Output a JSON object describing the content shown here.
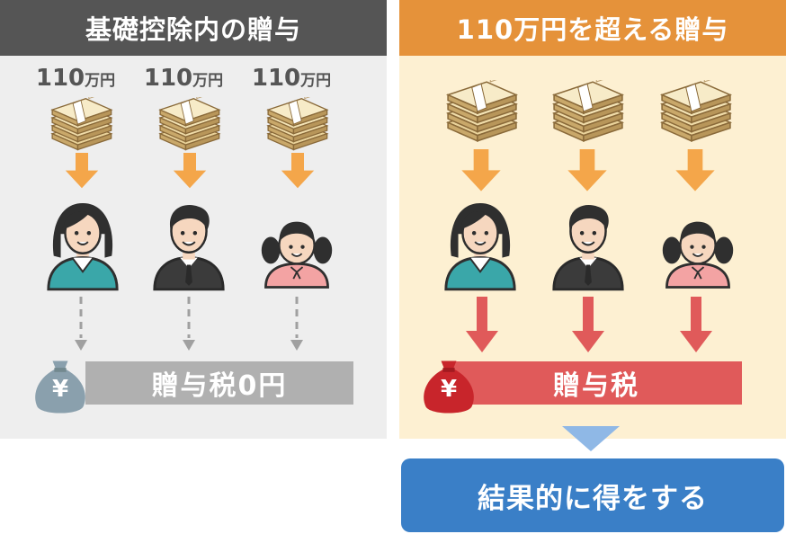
{
  "left": {
    "title": "基礎控除内の贈与",
    "amount_value": "110",
    "amount_unit": "万円",
    "tax_label": "贈与税0円"
  },
  "right": {
    "title": "110万円を超える贈与",
    "tax_label": "贈与税"
  },
  "result": "結果的に得をする",
  "yen_symbol": "¥",
  "colors": {
    "left_header": "#555555",
    "right_header": "#e5923a",
    "orange_arrow": "#f4a64a",
    "red_arrow": "#e05a5a",
    "result_box": "#3a7fc7"
  }
}
